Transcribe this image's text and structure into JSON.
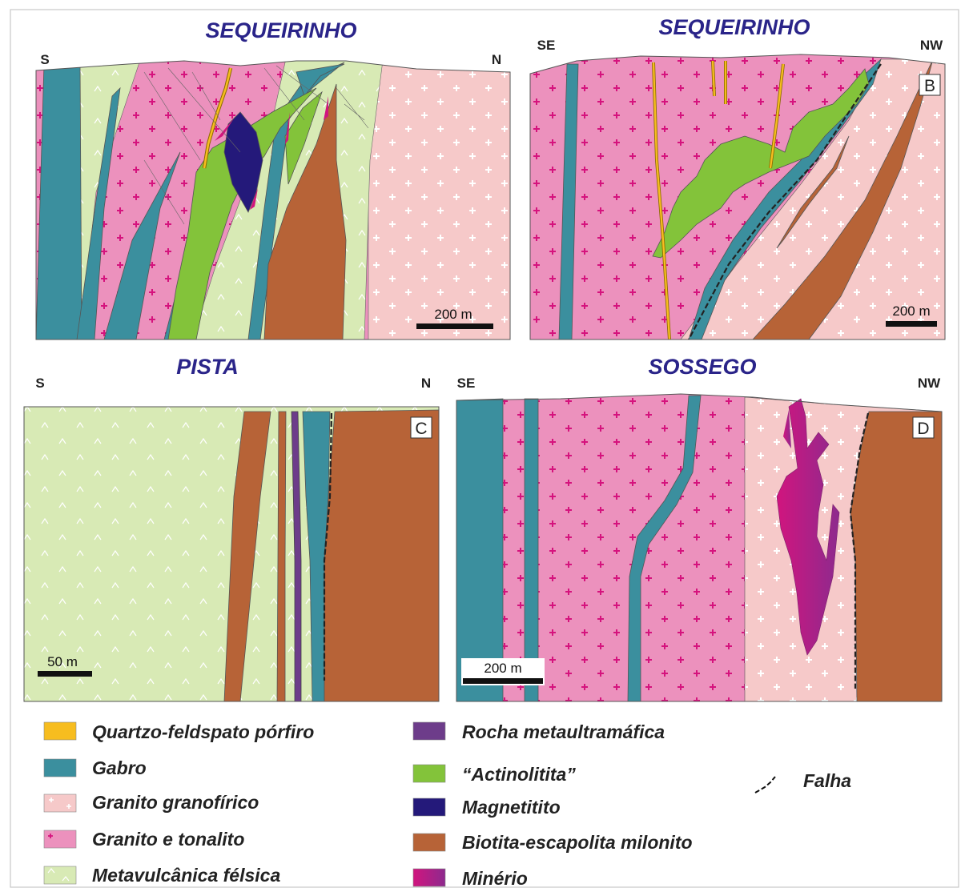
{
  "colors": {
    "porfiro": "#f7bd1f",
    "gabro": "#3b8f9e",
    "granofirico": "#f6c9c9",
    "granito": "#ec91bd",
    "metavulcanica": "#d8eab5",
    "ultramafica": "#6d3c8a",
    "actinolitita": "#83c33a",
    "magnetitito": "#24197a",
    "milonito": "#b76337",
    "minerio": "#d1157e",
    "title": "#2a2489"
  },
  "sections": {
    "a": {
      "title": "SEQUEIRINHO",
      "left": "S",
      "right": "N",
      "scale": "200 m"
    },
    "b": {
      "title": "SEQUEIRINHO",
      "left": "SE",
      "right": "NW",
      "letter": "B",
      "scale": "200 m"
    },
    "c": {
      "title": "PISTA",
      "left": "S",
      "right": "N",
      "letter": "C",
      "scale": "50 m"
    },
    "d": {
      "title": "SOSSEGO",
      "left": "SE",
      "right": "NW",
      "letter": "D",
      "scale": "200 m"
    }
  },
  "legend": {
    "porfiro": "Quartzo-feldspato pórfiro",
    "gabro": "Gabro",
    "granofirico": "Granito granofírico",
    "granito": "Granito e tonalito",
    "metavulcanica": "Metavulcânica félsica",
    "ultramafica": "Rocha metaultramáfica",
    "actinolitita": "“Actinolitita”",
    "magnetitito": "Magnetitito",
    "milonito": "Biotita-escapolita milonito",
    "minerio": "Minério",
    "falha": "Falha"
  }
}
